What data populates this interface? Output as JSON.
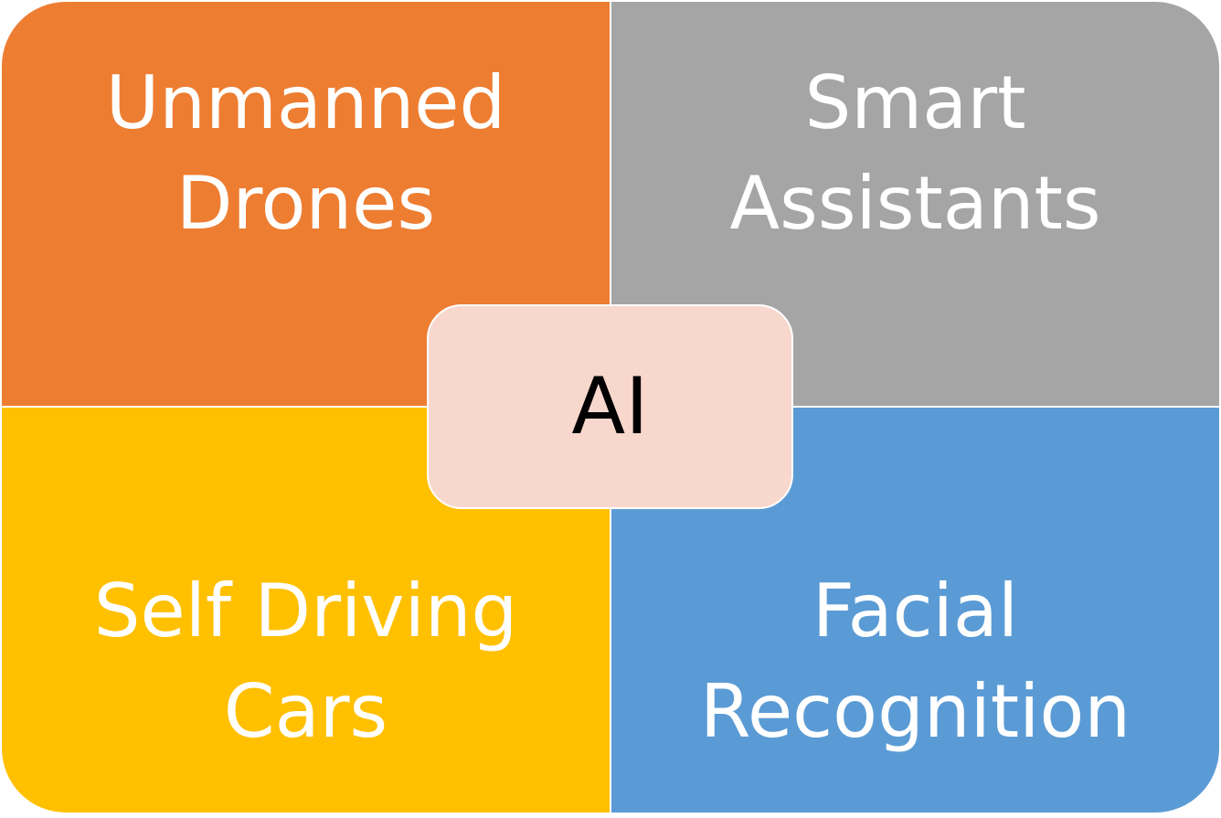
{
  "diagram": {
    "center": {
      "label": "AI",
      "color": "#F8D7CD",
      "text_color": "#000000"
    },
    "quadrants": [
      {
        "label": "Unmanned\nDrones",
        "color": "#ED7D31"
      },
      {
        "label": "Smart\nAssistants",
        "color": "#A5A5A5"
      },
      {
        "label": "Self Driving\nCars",
        "color": "#FFC000"
      },
      {
        "label": "Facial\nRecognition",
        "color": "#5B9BD5"
      }
    ]
  }
}
